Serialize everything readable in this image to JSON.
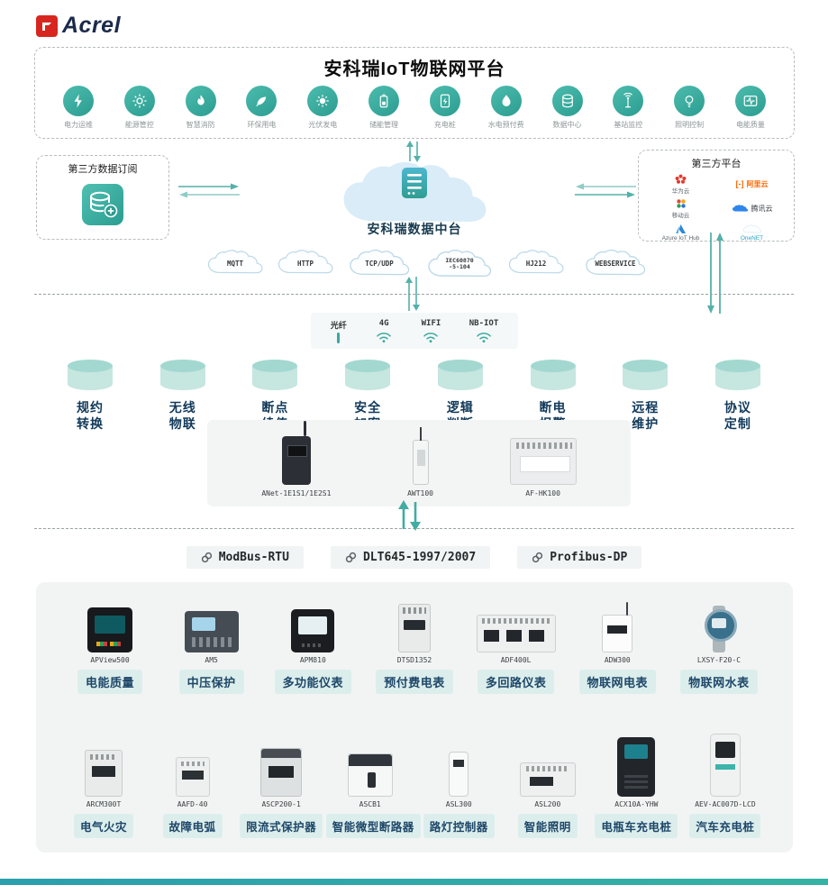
{
  "logo": {
    "brand": "Acrel"
  },
  "colors": {
    "accent": "#2fa8a0",
    "tag_bg": "#dceeec",
    "tag_text": "#1d4668",
    "icon_teal": "#2b9d90"
  },
  "platform": {
    "title": "安科瑞IoT物联网平台",
    "apps": [
      {
        "label": "电力运维"
      },
      {
        "label": "能源管控"
      },
      {
        "label": "智慧消防"
      },
      {
        "label": "环保用电"
      },
      {
        "label": "光伏发电"
      },
      {
        "label": "储能管理"
      },
      {
        "label": "充电桩"
      },
      {
        "label": "水电预付费"
      },
      {
        "label": "数据中心"
      },
      {
        "label": "基站监控"
      },
      {
        "label": "照明控制"
      },
      {
        "label": "电能质量"
      }
    ]
  },
  "third_party_subscribe": {
    "title": "第三方数据订阅"
  },
  "data_hub": {
    "title": "安科瑞数据中台"
  },
  "third_party_platform": {
    "title": "第三方平台",
    "vendors": [
      {
        "name": "华为云"
      },
      {
        "name": "阿里云"
      },
      {
        "name": "移动云"
      },
      {
        "name": "腾讯云"
      },
      {
        "name": "Azure IoT Hub"
      },
      {
        "name": "OneNET"
      }
    ]
  },
  "transport_protocols": [
    {
      "label": "MQTT"
    },
    {
      "label": "HTTP"
    },
    {
      "label": "TCP/UDP"
    },
    {
      "label": "IEC60870\n-5-104"
    },
    {
      "label": "HJ212"
    },
    {
      "label": "WEBSERVICE"
    }
  ],
  "connectivity": [
    {
      "label": "光纤"
    },
    {
      "label": "4G"
    },
    {
      "label": "WIFI"
    },
    {
      "label": "NB-IOT"
    }
  ],
  "features": [
    {
      "label": "规约\n转换"
    },
    {
      "label": "无线\n物联"
    },
    {
      "label": "断点\n续传"
    },
    {
      "label": "安全\n加密"
    },
    {
      "label": "逻辑\n判断"
    },
    {
      "label": "断电\n报警"
    },
    {
      "label": "远程\n维护"
    },
    {
      "label": "协议\n定制"
    }
  ],
  "gateways": [
    {
      "model": "ANet-1E1S1/1E2S1"
    },
    {
      "model": "AWT100"
    },
    {
      "model": "AF-HK100"
    }
  ],
  "field_protocols": [
    {
      "label": "ModBus-RTU"
    },
    {
      "label": "DLT645-1997/2007"
    },
    {
      "label": "Profibus-DP"
    }
  ],
  "products_row1": [
    {
      "model": "APView500",
      "category": "电能质量"
    },
    {
      "model": "AM5",
      "category": "中压保护"
    },
    {
      "model": "APM810",
      "category": "多功能仪表"
    },
    {
      "model": "DTSD1352",
      "category": "预付费电表"
    },
    {
      "model": "ADF400L",
      "category": "多回路仪表"
    },
    {
      "model": "ADW300",
      "category": "物联网电表"
    },
    {
      "model": "LXSY-F20-C",
      "category": "物联网水表"
    }
  ],
  "products_row2": [
    {
      "model": "ARCM300T",
      "category": "电气火灾"
    },
    {
      "model": "AAFD-40",
      "category": "故障电弧"
    },
    {
      "model": "ASCP200-1",
      "category": "限流式保护器"
    },
    {
      "model": "ASCB1",
      "category": "智能微型断路器"
    },
    {
      "model": "ASL300",
      "category": "路灯控制器"
    },
    {
      "model": "ASL200",
      "category": "智能照明"
    },
    {
      "model": "ACX10A-YHW",
      "category": "电瓶车充电桩"
    },
    {
      "model": "AEV-AC007D-LCD",
      "category": "汽车充电桩"
    }
  ]
}
